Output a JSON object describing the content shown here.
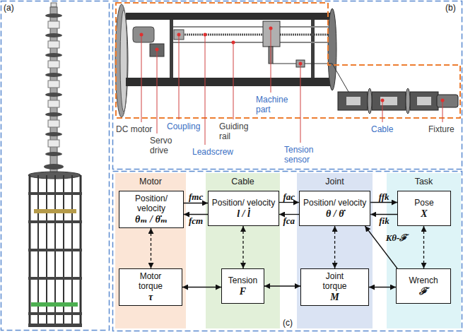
{
  "diagram": {
    "nodes": [
      {
        "text": [
          "Motor"
        ]
      },
      {
        "text": [
          "Position/ velocity",
          "θₘ / θ̇ₘ"
        ],
        "in": 0
      },
      {
        "text": [
          "Motor torque",
          "τ"
        ],
        "in": 0
      },
      {
        "text": [
          "Cable"
        ]
      },
      {
        "text": [
          "Position/ velocity",
          "l / l̇"
        ],
        "in": 3
      },
      {
        "text": [
          "Tension",
          "F"
        ],
        "in": 3
      },
      {
        "text": [
          "Joint"
        ]
      },
      {
        "text": [
          "Position/ velocity",
          "θ / θ̇"
        ],
        "in": 6
      },
      {
        "text": [
          "Joint torque",
          "M"
        ],
        "in": 6
      },
      {
        "text": [
          "Task"
        ]
      },
      {
        "text": [
          "Pose",
          "X"
        ],
        "in": 9
      },
      {
        "text": [
          "Wrench",
          "ℱ"
        ],
        "in": 9
      }
    ],
    "edges": [
      {
        "from": 1,
        "to": 4,
        "label": "fmc",
        "arrow": "to"
      },
      {
        "from": 4,
        "to": 1,
        "label": "fcm",
        "arrow": "to"
      },
      {
        "from": 4,
        "to": 7,
        "label": "fac",
        "arrow": "to"
      },
      {
        "from": 7,
        "to": 4,
        "label": "fca",
        "arrow": "to"
      },
      {
        "from": 7,
        "to": 10,
        "label": "ffk",
        "arrow": "to"
      },
      {
        "from": 10,
        "to": 7,
        "label": "fik",
        "arrow": "to"
      },
      {
        "from": 11,
        "to": 7,
        "label": "Kθ-ℱ",
        "arrow": "to"
      },
      {
        "from": 1,
        "to": 2,
        "arrow": "both"
      },
      {
        "from": 4,
        "to": 5,
        "arrow": "both"
      },
      {
        "from": 7,
        "to": 8,
        "arrow": "both"
      },
      {
        "from": 10,
        "to": 11,
        "arrow": "both"
      },
      {
        "from": 2,
        "to": 5,
        "arrow": "both"
      },
      {
        "from": 5,
        "to": 8,
        "arrow": "both"
      },
      {
        "from": 8,
        "to": 11,
        "arrow": "both"
      }
    ],
    "labels": [
      "(a)",
      "(b)",
      "DC motor",
      "Servo drive",
      "Coupling",
      "Leadscrew",
      "Guiding rail",
      "Machine part",
      "Tension sensor",
      "Cable",
      "Fixture",
      "(c)"
    ]
  }
}
